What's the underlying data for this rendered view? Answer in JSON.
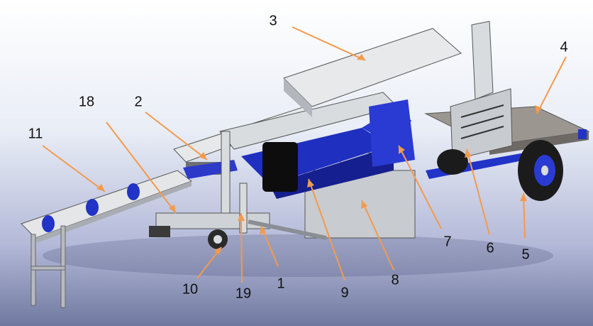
{
  "callouts": [
    {
      "id": "1",
      "label": "1"
    },
    {
      "id": "2",
      "label": "2"
    },
    {
      "id": "3",
      "label": "3"
    },
    {
      "id": "4",
      "label": "4"
    },
    {
      "id": "5",
      "label": "5"
    },
    {
      "id": "6",
      "label": "6"
    },
    {
      "id": "7",
      "label": "7"
    },
    {
      "id": "8",
      "label": "8"
    },
    {
      "id": "9",
      "label": "9"
    },
    {
      "id": "10",
      "label": "10"
    },
    {
      "id": "11",
      "label": "11"
    },
    {
      "id": "18",
      "label": "18"
    },
    {
      "id": "19",
      "label": "19"
    }
  ],
  "colors": {
    "leader": "#f39a4d",
    "frame": "#d9dcde",
    "frame_dark": "#8a8f96",
    "accent_blue": "#1f2fbf",
    "deck": "#9c9690",
    "tire": "#1b1b1b"
  }
}
